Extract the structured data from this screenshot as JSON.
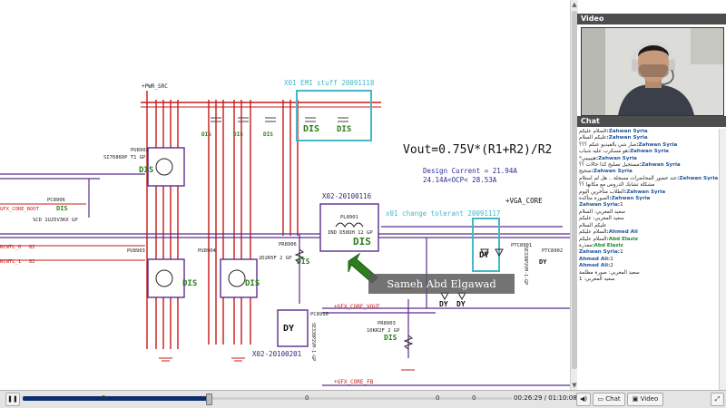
{
  "schematic": {
    "labels": {
      "pwr_src": "+PWR_SRC",
      "emi_title": "X01 EMI stuff 20091118",
      "formula": "Vout=0.75V*(R1+R2)/R2",
      "design_current": "Design Current = 21.94A",
      "ocp": "24.14A<OCP< 28.53A",
      "x02_top": "X02-20100116",
      "x01_change": "x01 change tolerant 20091117",
      "vga_core": "+VGA_CORE",
      "x02_bottom": "X02-20100201",
      "gfx_core_vout": "+GFX_CORE_VOUT",
      "gfx_core_fb": "+GFX_CORE_FB",
      "pu8902": "PU8902",
      "pu8902_part": "SI7686DP T1 GP",
      "pu8903": "PU8903",
      "pu8904": "PU8904",
      "pl8901": "PL8901",
      "pl8901_part": "IND D58UH 12 GP",
      "pr8906": "PR8906",
      "pr8906_part": "2D2R5F 2 GP",
      "pr8903": "PR8903",
      "pr8903_part": "10KR2F 2 GP",
      "pc8910": "PC8910",
      "pc8910_part": "SE330P2VM-1-GP",
      "pc8906": "PC8906",
      "gfx_core_boot": "GFX_CORE_BOOT",
      "scd": "SCD 1U25V3KX GP",
      "rcntl0": "RCNTL_0",
      "rcntl1": "RCNTL_1",
      "pin82a": "82",
      "pin82b": "82",
      "ptc8901": "PTC8901",
      "ptc8902": "PTC8902",
      "ptc_part": "SE330P2VM-1-GP",
      "dis": "DIS",
      "dy": "DY"
    },
    "watermark": "Sameh Abd Elgawad"
  },
  "video": {
    "title": "Video"
  },
  "chat": {
    "title": "Chat",
    "messages": [
      {
        "name": "Zahwan Syria:",
        "text": "السلام عليكم"
      },
      {
        "name": "Zahwan Syria:",
        "text": "عليكم السلام"
      },
      {
        "name": "Zahwan Syria:",
        "text": "صار شي بالفيديو عنكم ؟؟؟"
      },
      {
        "name": "Zahwan Syria:",
        "text": "هو مسكرب عليه شباب"
      },
      {
        "name": "Zahwan Syria:",
        "text": "هيييييي*"
      },
      {
        "name": "Zahwan Syria:",
        "text": "مستحيل تصليح كذا حالات ؟؟"
      },
      {
        "name": "Zahwan Syria:",
        "text": "صحيح"
      },
      {
        "name": "Zahwan Syria:",
        "text": "عند حضور المحاضرات مسجلة .. هل لم استلام مشكلة تشابك الدروس مع مكانها ؟؟"
      },
      {
        "name": "Zahwan Syria:",
        "text": "الطلاب متأخرين اليوم"
      },
      {
        "name": "Zahwan Syria:",
        "text": "الصورة متأكدة"
      },
      {
        "name": "Zahwan Syria:",
        "text": "1"
      },
      {
        "name": "",
        "text": "سعيد المغربي: السلام"
      },
      {
        "name": "",
        "text": "سعيد المغربي: عليكم"
      },
      {
        "name": "",
        "text": "عليكم السلام"
      },
      {
        "name": "Ahmed Ali:",
        "text": "السلام عليكم"
      },
      {
        "name": "Abd Elaziz:",
        "text": "السلام عليكم"
      },
      {
        "name": "Abd Elaziz:",
        "text": "معذرة"
      },
      {
        "name": "Zahwan Syria:",
        "text": "1"
      },
      {
        "name": "Ahmed Ali:",
        "text": "1"
      },
      {
        "name": "Ahmed Ali:",
        "text": "2"
      },
      {
        "name": "",
        "text": "سعيد المغربي: صورة مظلمة"
      },
      {
        "name": "",
        "text": "سعيد المغربي: 1"
      }
    ]
  },
  "player": {
    "pause_icon": "pause-icon",
    "tick_a": "0",
    "tick_b": "0",
    "tick_c": "0",
    "tick_d": "0",
    "time_current": "00:26:29",
    "time_sep": " / ",
    "time_total": "01:10:08",
    "chat_btn": "Chat",
    "video_btn": "Video",
    "colors": {
      "seek": "#0d2e6e",
      "panel_head": "#4d4d4d"
    }
  }
}
